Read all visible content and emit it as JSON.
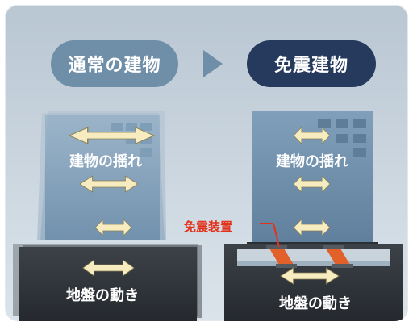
{
  "header": {
    "normal_building": "通常の建物",
    "seismic_isolated_building": "免震建物"
  },
  "left_panel": {
    "building_sway": "建物の揺れ",
    "ground_motion": "地盤の動き"
  },
  "right_panel": {
    "building_sway": "建物の揺れ",
    "ground_motion": "地盤の動き",
    "isolation_device": "免震装置"
  },
  "colors": {
    "pill_normal": "#6f8ea8",
    "pill_isolated": "#253a5c",
    "arrow_fill": "#f6ecc0",
    "device_label": "#e2321c",
    "bearing": "#e2602a",
    "ground": "#2e3338"
  },
  "icons": [
    "double-arrow-icon",
    "triangle-right-icon"
  ]
}
